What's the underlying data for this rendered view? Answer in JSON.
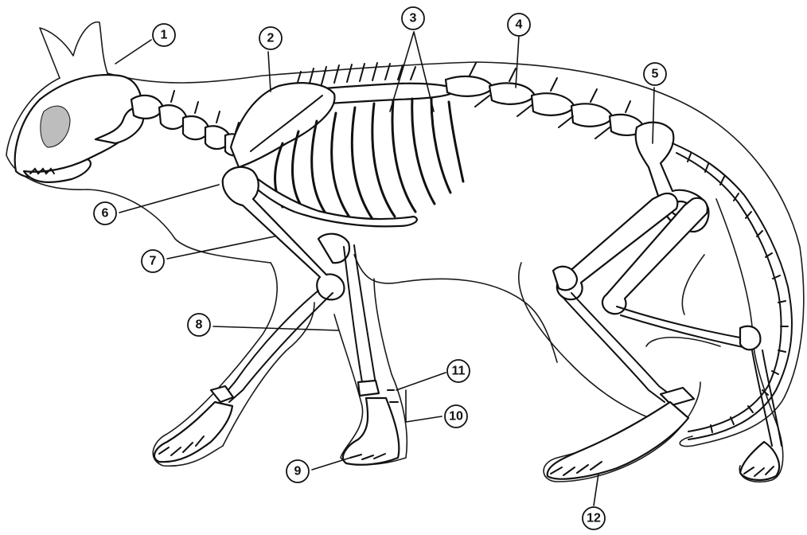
{
  "diagram": {
    "subject": "cat skeleton",
    "markers": [
      {
        "id": "m1",
        "label": "1"
      },
      {
        "id": "m2",
        "label": "2"
      },
      {
        "id": "m3",
        "label": "3"
      },
      {
        "id": "m4",
        "label": "4"
      },
      {
        "id": "m5",
        "label": "5"
      },
      {
        "id": "m6",
        "label": "6"
      },
      {
        "id": "m7",
        "label": "7"
      },
      {
        "id": "m8",
        "label": "8"
      },
      {
        "id": "m9",
        "label": "9"
      },
      {
        "id": "m10",
        "label": "10"
      },
      {
        "id": "m11",
        "label": "11"
      },
      {
        "id": "m12",
        "label": "12"
      }
    ]
  }
}
